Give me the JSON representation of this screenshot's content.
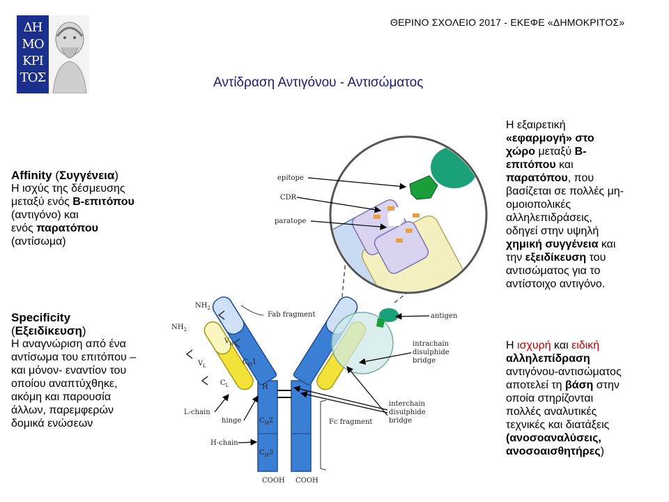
{
  "header": "ΘΕΡΙΝΟ ΣΧΟΛΕΙΟ 2017 - ΕΚΕΦΕ «ΔΗΜΟΚΡΙΤΟΣ»",
  "logo": {
    "letters": [
      "ΔΗ",
      "ΜΟ",
      "ΚΡΙ",
      "ΤΟΣ"
    ]
  },
  "title": "Αντίδραση Αντιγόνου - Αντισώματος",
  "affinity": {
    "term": "Affinity",
    "greek": "Συγγένεια",
    "line1": "Η ισχύς της δέσμευσης",
    "line2": "μεταξύ ενός",
    "b_epitope": "Β-επιτόπου",
    "antigen": "(αντιγόνο) και",
    "line3": "ενός",
    "paratope": "παρατόπου",
    "antibody": "(αντίσωμα)"
  },
  "specificity": {
    "term": "Specificity",
    "greek": "Εξειδίκευση",
    "lines": [
      "Η αναγνώριση από ένα",
      "αντίσωμα του επιτόπου –",
      "και μόνον- εναντίον του",
      "οποίου αναπτύχθηκε,",
      "ακόμη και παρουσία",
      "άλλων, παρεμφερών",
      "δομικά ενώσεων"
    ]
  },
  "right_top": {
    "l1": "Η εξαιρετική",
    "l2b": "«εφαρμογή» στο",
    "l3b": "χώρο",
    "l3": "μεταξύ",
    "l3c": "Β-",
    "l4b": "επιτόπου",
    "l4": "και",
    "l5b": "παρατόπου",
    "l5": ", που",
    "l6": "βασίζεται σε πολλές μη-",
    "l7": "ομοιοπολικές",
    "l8": "αλληλεπιδράσεις,",
    "l9": "οδηγεί στην υψηλή",
    "l10b": "χημική συγγένεια",
    "l10": "και",
    "l11": "την",
    "l11b": "εξειδίκευση",
    "l11c": "του",
    "l12": "αντισώματος για το",
    "l13": "αντίστοιχο αντιγόνο."
  },
  "right_bot": {
    "l1": "Η",
    "strong": "ισχυρή",
    "and": "και",
    "specific": "ειδική",
    "l2b": "αλληλεπίδραση",
    "l3": "αντιγόνου-αντισώματος",
    "l4": "αποτελεί τη",
    "basis": "βάση",
    "l4c": "στην",
    "l5": "οποία στηρίζονται",
    "l6": "πολλές αναλυτικές",
    "l7": "τεχνικές και διατάξεις",
    "l8b": "(ανοσοαναλύσεις,",
    "l9b": "ανοσοαισθητήρες",
    "l9": ")"
  },
  "diagram": {
    "labels": {
      "epitope": "epitope",
      "cdr": "CDR",
      "paratope": "paratope",
      "antigen": "antigen",
      "nh2_a": "NH",
      "nh2_b": "NH",
      "sub2": "2",
      "fab": "Fab fragment",
      "fc": "Fc fragment",
      "intrachain1": "intrachain",
      "intrachain2": "disulphide",
      "intrachain3": "bridge",
      "interchain1": "interchain",
      "interchain2": "disulphide",
      "interchain3": "bridge",
      "lchain": "L-chain",
      "hinge": "hinge",
      "hchain": "H-chain",
      "h": "H",
      "vh": "V",
      "vl": "V",
      "ch1": "C",
      "ch2": "C",
      "ch3": "C",
      "cl": "C",
      "cooh1": "COOH",
      "cooh2": "COOH"
    }
  },
  "colors": {
    "title": "#1a1a7a",
    "logo_bg": "#1b2f8e",
    "red": "#c00000",
    "heavy_blue": "#3b7fd4",
    "light_yellow": "#f2e23a",
    "antigen_green": "#1a9e6a"
  }
}
